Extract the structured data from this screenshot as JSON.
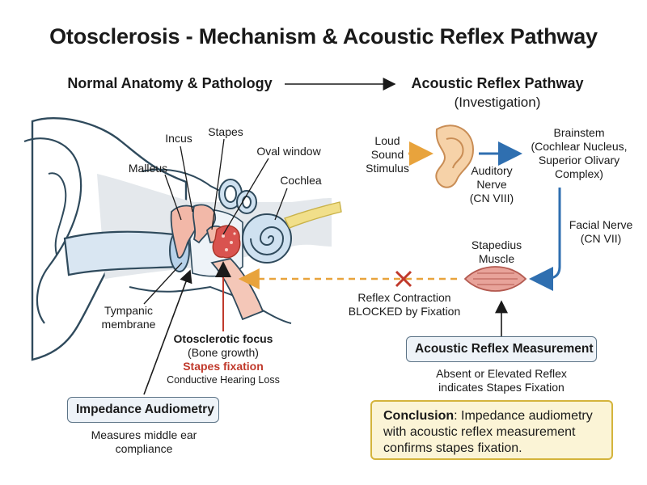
{
  "title": "Otosclerosis - Mechanism & Acoustic Reflex Pathway",
  "sections": {
    "left_heading": "Normal Anatomy & Pathology",
    "right_heading": "Acoustic Reflex Pathway",
    "right_subheading": "(Investigation)"
  },
  "anatomy": {
    "incus": "Incus",
    "stapes": "Stapes",
    "oval_window": "Oval window",
    "malleus": "Malleus",
    "cochlea": "Cochlea",
    "tympanic_line1": "Tympanic",
    "tympanic_line2": "membrane",
    "focus_line1": "Otosclerotic focus",
    "focus_line2": "(Bone growth)",
    "focus_line3": "Stapes fixation",
    "focus_line4": "Conductive Hearing Loss"
  },
  "pathway": {
    "stimulus_line1": "Loud",
    "stimulus_line2": "Sound",
    "stimulus_line3": "Stimulus",
    "auditory_line1": "Auditory",
    "auditory_line2": "Nerve",
    "auditory_line3": "(CN VIII)",
    "brainstem_line1": "Brainstem",
    "brainstem_line2": "(Cochlear Nucleus,",
    "brainstem_line3": "Superior Olivary",
    "brainstem_line4": "Complex)",
    "facial_line1": "Facial Nerve",
    "facial_line2": "(CN VII)",
    "stapedius_line1": "Stapedius",
    "stapedius_line2": "Muscle",
    "blocked_line1": "Reflex Contraction",
    "blocked_line2": "BLOCKED by Fixation"
  },
  "boxes": {
    "impedance_title": "Impedance Audiometry",
    "impedance_desc_line1": "Measures middle ear",
    "impedance_desc_line2": "compliance",
    "reflex_title": "Acoustic Reflex Measurement",
    "reflex_desc_line1": "Absent or Elevated Reflex",
    "reflex_desc_line2": "indicates Stapes Fixation"
  },
  "conclusion": {
    "label": "Conclusion",
    "text_line1": ": Impedance audiometry",
    "text_line2": "with acoustic reflex measurement",
    "text_line3": "confirms stapes fixation."
  },
  "colors": {
    "ear_outline": "#2f4a5c",
    "canal_fill": "#d9e6f2",
    "bone_fill": "#f2b8a8",
    "focus_red": "#c0392b",
    "cochlea_fill": "#cfe1f0",
    "nerve_yellow": "#f1df8a",
    "flow_arrow": "#2f6fb0",
    "stimulus_arrow": "#e8a33c",
    "blocked_arrow": "#e8a33c",
    "block_x": "#c0392b",
    "conclusion_fill": "#fbf4d6"
  }
}
